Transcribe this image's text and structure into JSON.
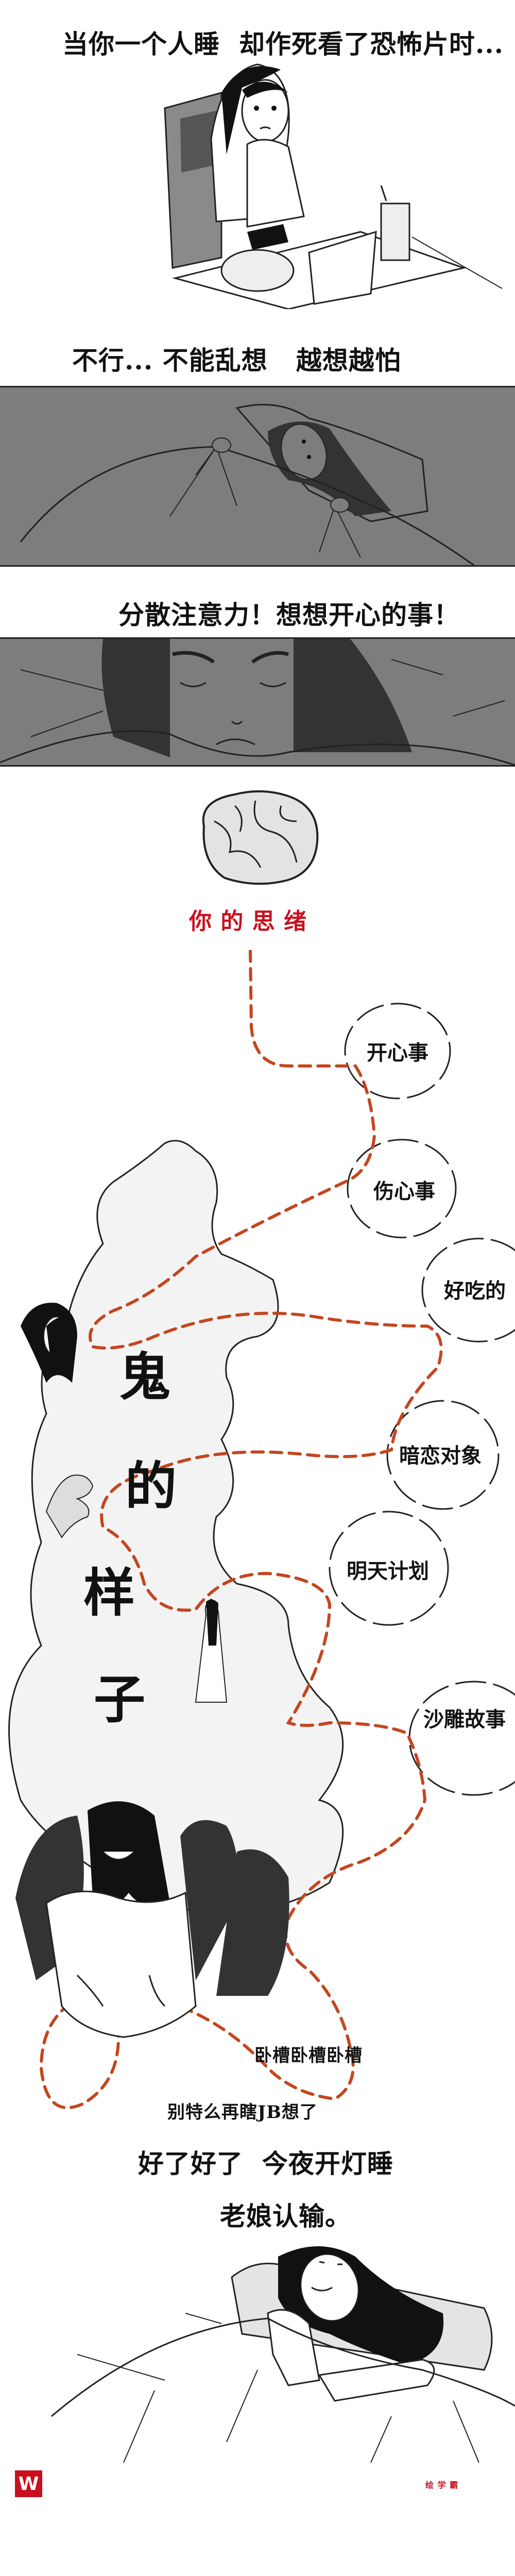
{
  "scene1": {
    "caption": "当你一个人睡  却作死看了恐怖片时..."
  },
  "scene2": {
    "caption": "不行... 不能乱想   越想越怕"
  },
  "scene3": {
    "caption": "分散注意力！想想开心的事！"
  },
  "mindmap": {
    "title": "你 的 思 绪",
    "thoughts": [
      "开心事",
      "伤心事",
      "好吃的",
      "暗恋对象",
      "明天计划",
      "沙雕故事"
    ],
    "ghost_label": [
      "鬼",
      "的",
      "样",
      "子"
    ],
    "exclaim": "卧槽卧槽卧槽",
    "scold": "别特么再瞎JB想了",
    "path_color": "#c4461f",
    "title_color": "#c8101e"
  },
  "ending": {
    "line1": "好了好了  今夜开灯睡",
    "line2": "老娘认输。"
  },
  "footer": {
    "logo_text": "W",
    "brand": "绘 学 霸",
    "brand_color": "#c8101e"
  }
}
